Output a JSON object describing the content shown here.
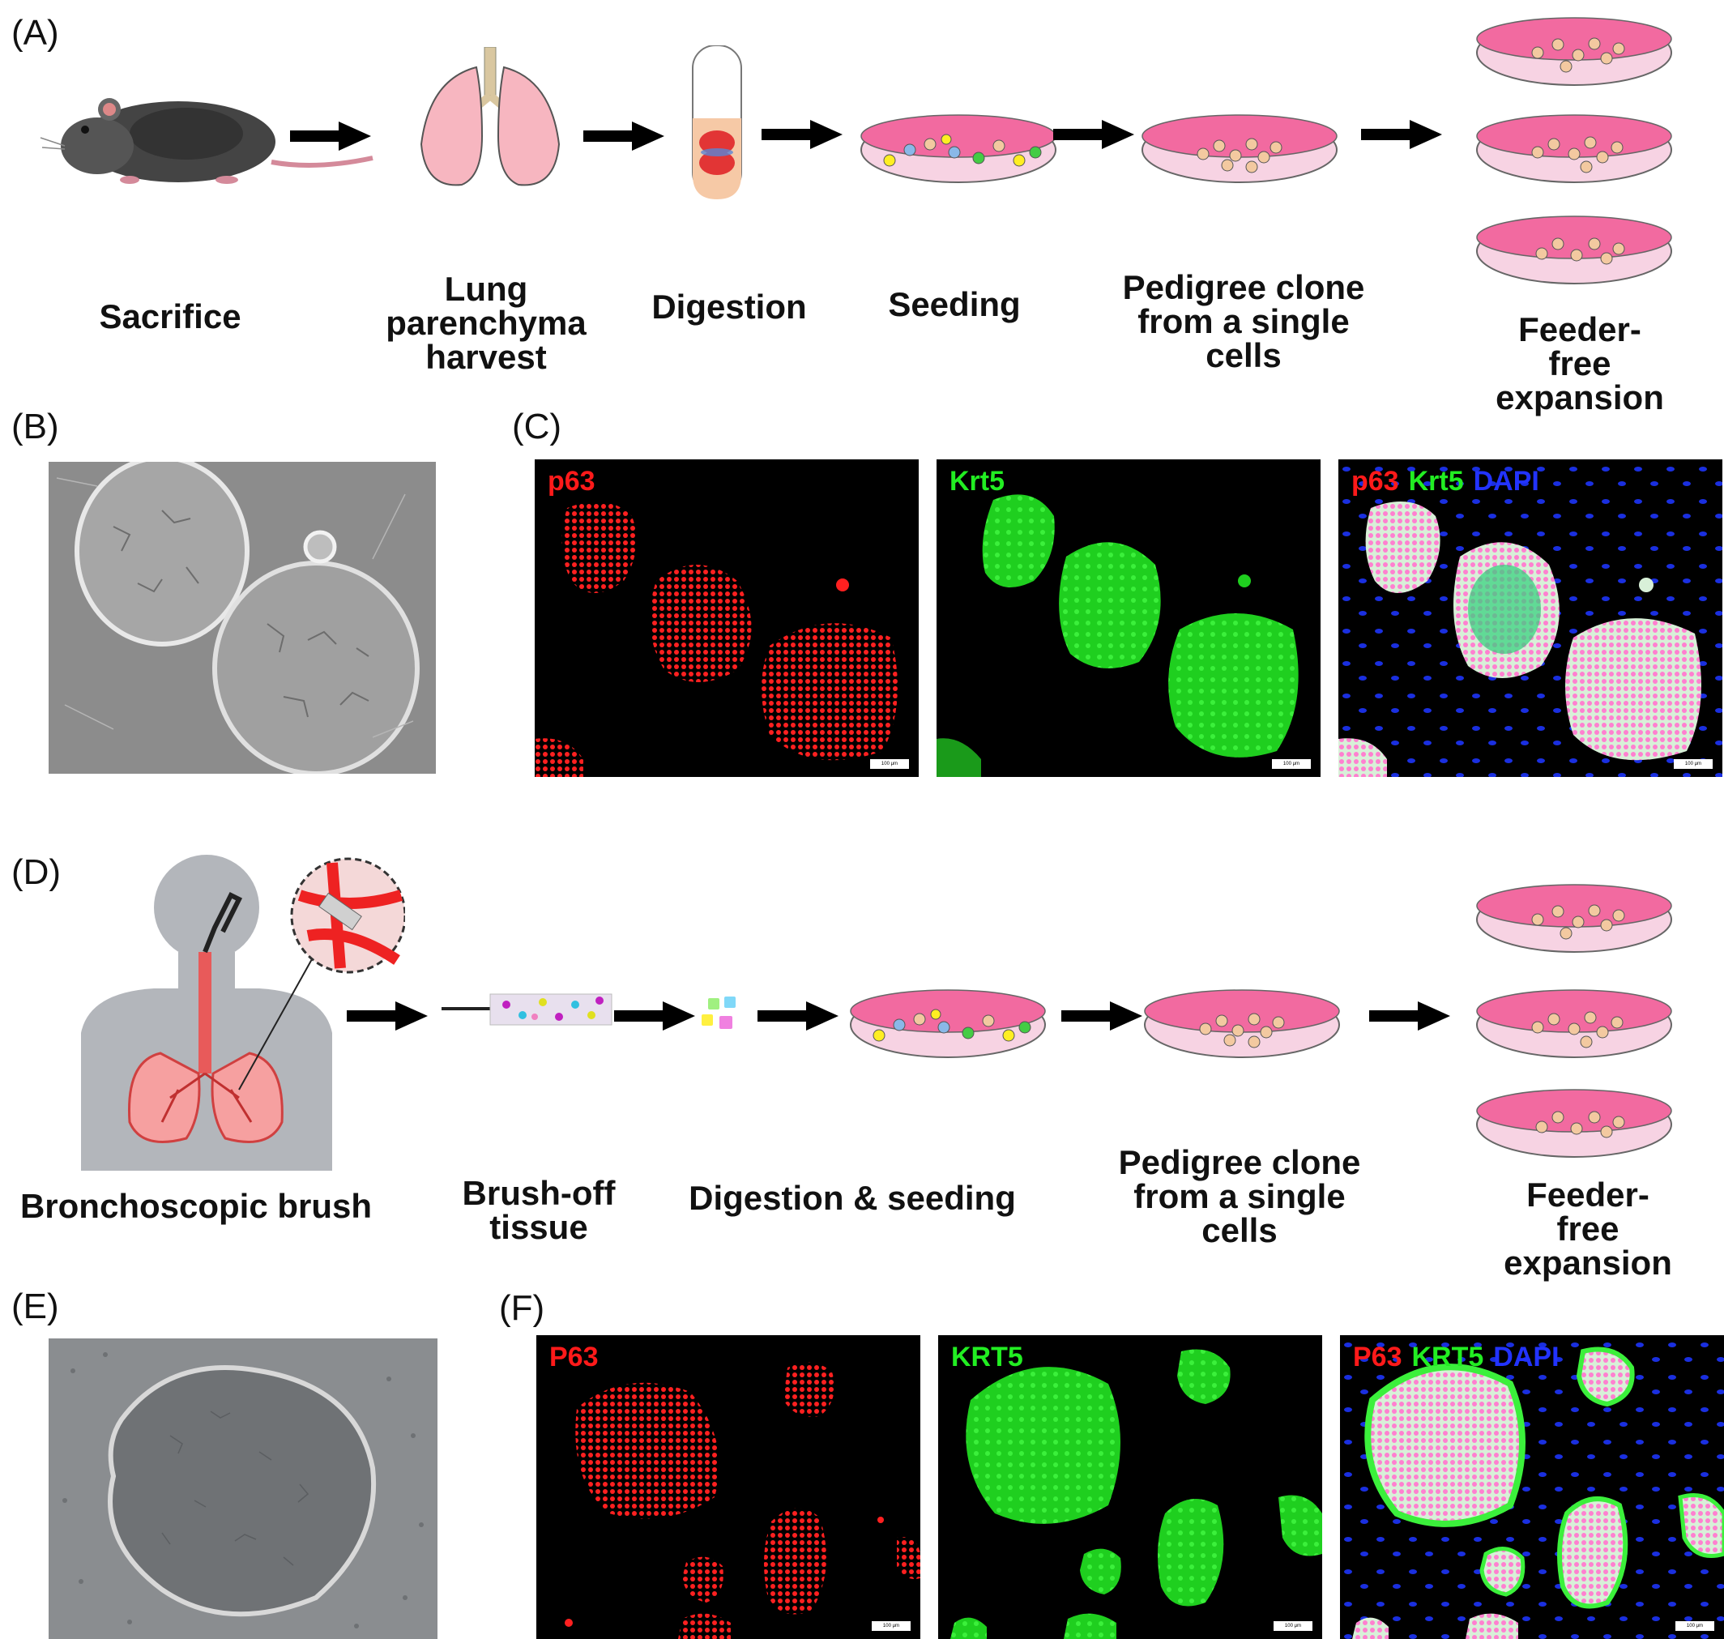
{
  "panel_a": {
    "letter": "(A)",
    "steps": [
      "Sacrifice",
      "Lung\nparenchyma\nharvest",
      "Digestion",
      "Seeding",
      "Pedigree clone\nfrom a single\ncells",
      "Feeder-free\nexpansion"
    ]
  },
  "panel_b": {
    "letter": "(B)"
  },
  "panel_c": {
    "letter": "(C)",
    "images": [
      {
        "labels": [
          {
            "text": "p63",
            "color": "red"
          }
        ],
        "scale": "100 μm"
      },
      {
        "labels": [
          {
            "text": "Krt5",
            "color": "green"
          }
        ],
        "scale": "100 μm"
      },
      {
        "labels": [
          {
            "text": "p63",
            "color": "red"
          },
          {
            "text": "Krt5",
            "color": "green"
          },
          {
            "text": "DAPI",
            "color": "blue"
          }
        ],
        "scale": "100 μm"
      }
    ]
  },
  "panel_d": {
    "letter": "(D)",
    "steps": [
      "Bronchoscopic brush",
      "Brush-off\ntissue",
      "Digestion & seeding",
      "Pedigree clone\nfrom a single\ncells",
      "Feeder-free\nexpansion"
    ]
  },
  "panel_e": {
    "letter": "(E)"
  },
  "panel_f": {
    "letter": "(F)",
    "images": [
      {
        "labels": [
          {
            "text": "P63",
            "color": "red"
          }
        ],
        "scale": "100 μm"
      },
      {
        "labels": [
          {
            "text": "KRT5",
            "color": "green"
          }
        ],
        "scale": "100 μm"
      },
      {
        "labels": [
          {
            "text": "P63",
            "color": "red"
          },
          {
            "text": "KRT5",
            "color": "green"
          },
          {
            "text": "DAPI",
            "color": "blue"
          }
        ],
        "scale": "100 μm"
      }
    ]
  },
  "colors": {
    "red_stain": "#ff1a1a",
    "green_stain": "#22ee22",
    "blue_stain": "#2233ff",
    "dish_pink": "#f06aa0",
    "arrow": "#000000"
  }
}
